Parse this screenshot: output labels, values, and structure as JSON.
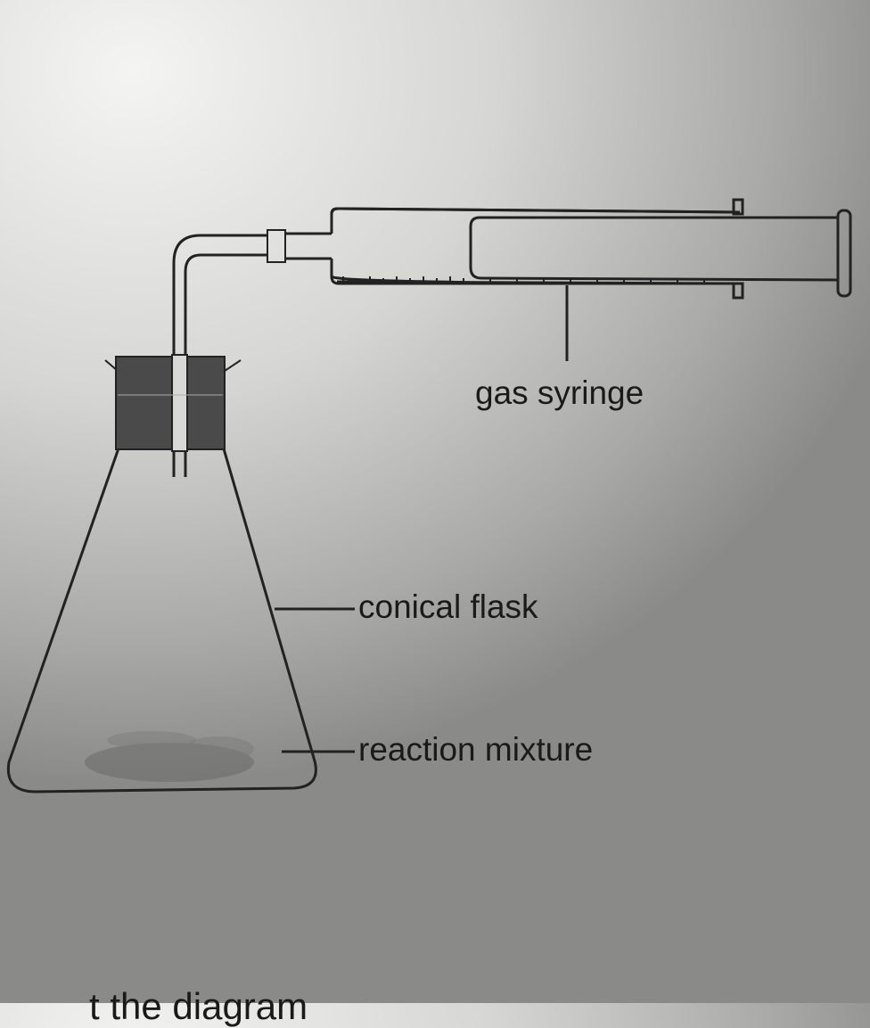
{
  "labels": {
    "syringe": "gas syringe",
    "flask": "conical flask",
    "mixture": "reaction mixture"
  },
  "footer_text": "t the diagram"
}
